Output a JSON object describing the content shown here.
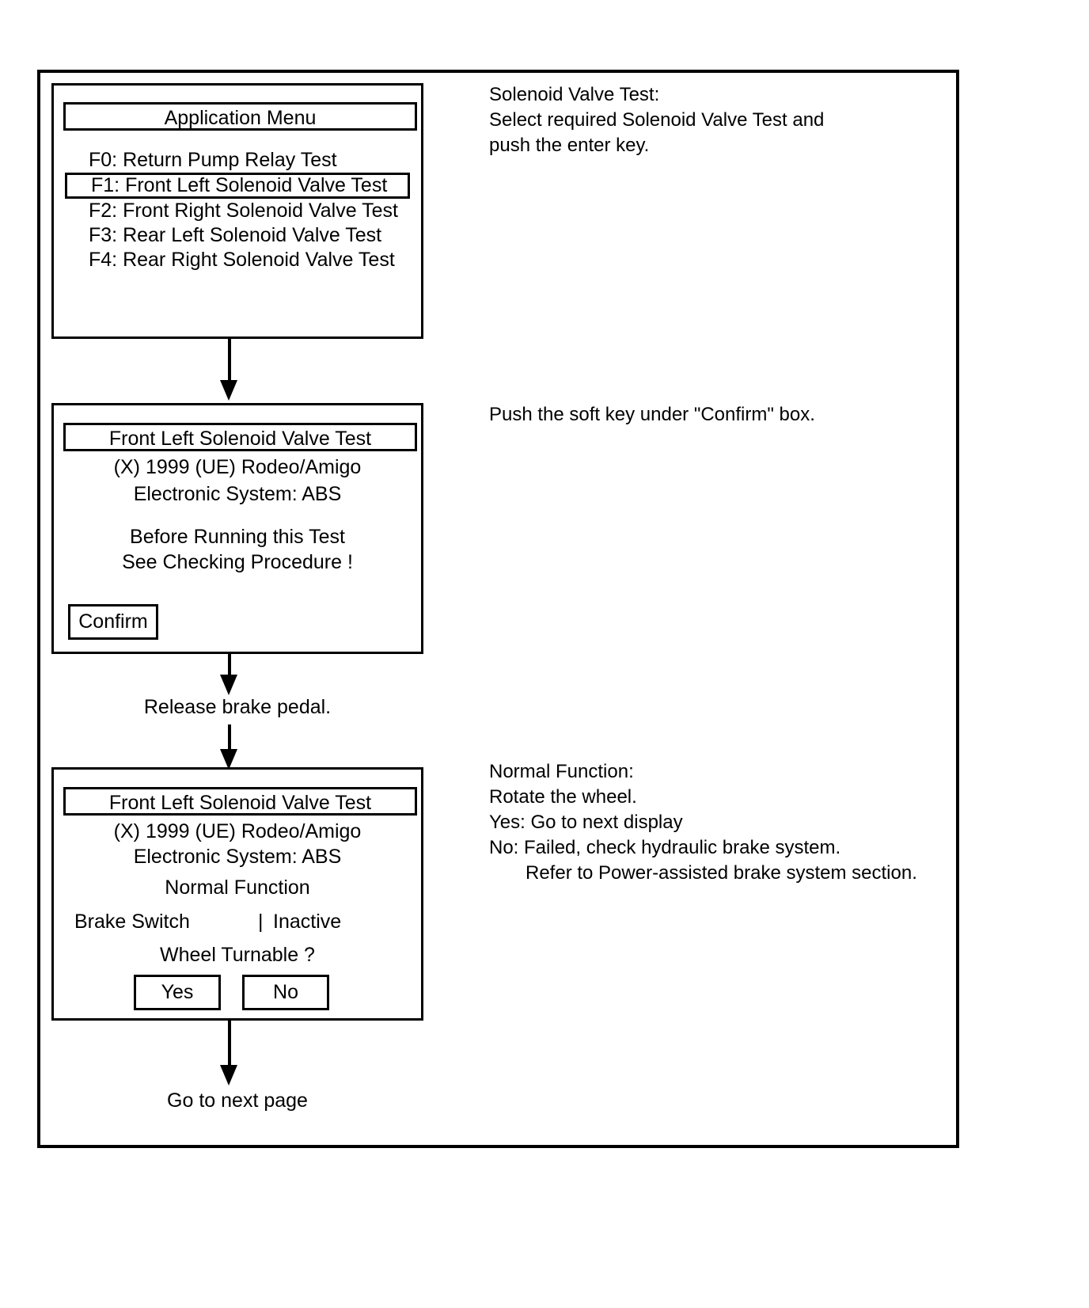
{
  "screens": [
    {
      "id": "application-menu",
      "title": "Application Menu",
      "items": [
        {
          "label": "F0: Return Pump Relay Test",
          "selected": false
        },
        {
          "label": "F1: Front Left Solenoid Valve Test",
          "selected": true
        },
        {
          "label": "F2: Front Right Solenoid Valve Test",
          "selected": false
        },
        {
          "label": "F3: Rear Left Solenoid Valve Test",
          "selected": false
        },
        {
          "label": "F4: Rear Right Solenoid Valve Test",
          "selected": false
        }
      ]
    },
    {
      "id": "confirm-screen",
      "title": "Front Left Solenoid Valve Test",
      "vehicle": "(X) 1999  (UE) Rodeo/Amigo",
      "system": "Electronic System: ABS",
      "warning_line1": "Before Running this Test",
      "warning_line2": "See Checking Procedure !",
      "confirm_label": "Confirm"
    },
    {
      "id": "normal-function-screen",
      "title": "Front Left Solenoid Valve Test",
      "vehicle": "(X) 1999  (UE) Rodeo/Amigo",
      "system": "Electronic System: ABS",
      "mode": "Normal Function",
      "brake_switch_label": "Brake Switch",
      "brake_switch_separator": "|",
      "brake_switch_value": "Inactive",
      "question": "Wheel Turnable ?",
      "yes_label": "Yes",
      "no_label": "No"
    }
  ],
  "flow_labels": {
    "release_brake_pedal": "Release brake pedal.",
    "go_to_next_page": "Go to next page"
  },
  "annotations": {
    "solenoid_valve_test": {
      "line1": "Solenoid Valve Test:",
      "line2": "Select required Solenoid Valve Test and",
      "line3": "push the enter key."
    },
    "soft_key": {
      "line1": "Push the soft key under \"Confirm\" box."
    },
    "normal_function": {
      "line1": "Normal Function:",
      "line2": "Rotate the wheel.",
      "line3": "Yes: Go to next display",
      "line4": "No:  Failed, check hydraulic brake system.",
      "line5": "Refer to Power-assisted brake system section."
    }
  },
  "colors": {
    "ink": "#000000",
    "paper": "#ffffff"
  }
}
